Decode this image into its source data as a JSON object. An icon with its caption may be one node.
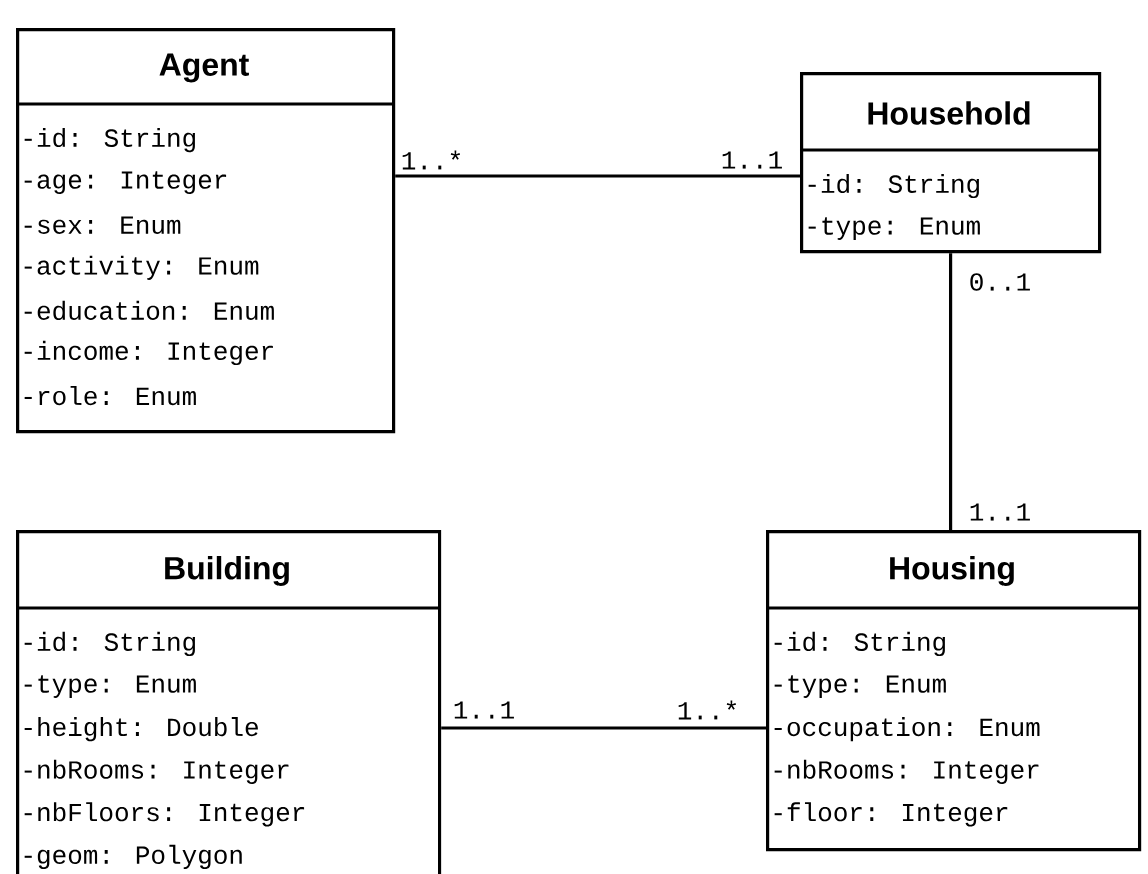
{
  "diagram": {
    "nodes": [
      {
        "text": [
          "Agent",
          "-id: String",
          "-age: Integer",
          "-sex: Enum",
          "-activity: Enum",
          "-education: Enum",
          "-income: Integer",
          "-role: Enum"
        ]
      },
      {
        "text": [
          "Household",
          "-id: String",
          "-type: Enum"
        ]
      },
      {
        "text": [
          "Building",
          "-id: String",
          "-type: Enum",
          "-height: Double",
          "-nbRooms: Integer",
          "-nbFloors: Integer",
          "-geom: Polygon"
        ]
      },
      {
        "text": [
          "Housing",
          "-id: String",
          "-type: Enum",
          "-occupation: Enum",
          "-nbRooms: Integer",
          "-floor: Integer"
        ]
      }
    ],
    "edges": [
      {
        "from": 0,
        "to": 1,
        "arrow": "none"
      },
      {
        "from": 1,
        "to": 3,
        "arrow": "none"
      },
      {
        "from": 2,
        "to": 3,
        "arrow": "none"
      }
    ],
    "labels": [
      "1..*",
      "1..1",
      "0..1",
      "1..1",
      "1..1",
      "1..*"
    ]
  }
}
